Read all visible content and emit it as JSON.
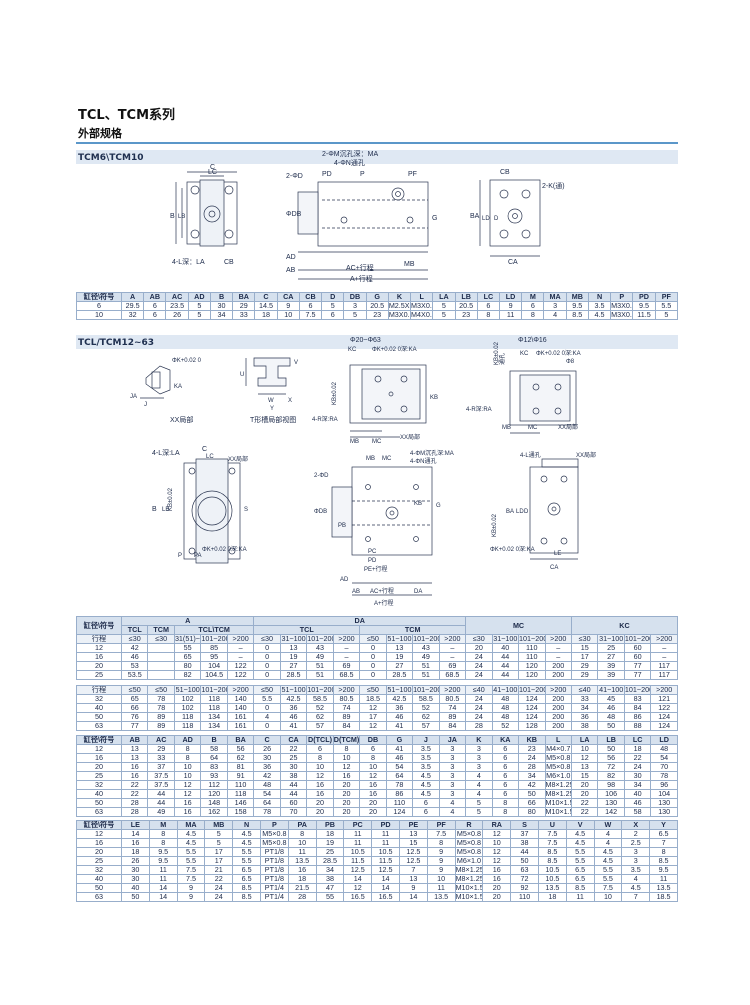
{
  "title": "TCL、TCM系列",
  "subtitle": "外部规格",
  "section1": "TCM6\\TCM10",
  "section2": "TCL/TCM12~63",
  "t1": {
    "header": [
      "缸径\\符号",
      "A",
      "AB",
      "AC",
      "AD",
      "B",
      "BA",
      "C",
      "CA",
      "CB",
      "D",
      "DB",
      "G",
      "K",
      "L",
      "LA",
      "LB",
      "LC",
      "LD",
      "M",
      "MA",
      "MB",
      "N",
      "P",
      "PD",
      "PF"
    ],
    "rows": [
      [
        "6",
        "29.5",
        "6",
        "23.5",
        "5",
        "30",
        "29",
        "14.5",
        "9",
        "6",
        "5",
        "3",
        "20.5",
        "M2.5X0.45",
        "M3X0.5",
        "5",
        "20.5",
        "6",
        "9",
        "6",
        "3",
        "9.5",
        "3.5",
        "M3X0.5",
        "9.5",
        "5.5"
      ],
      [
        "10",
        "32",
        "6",
        "26",
        "5",
        "34",
        "33",
        "18",
        "10",
        "7.5",
        "6",
        "5",
        "23",
        "M3X0.5",
        "M4X0.7",
        "5",
        "23",
        "8",
        "11",
        "8",
        "4",
        "8.5",
        "4.5",
        "M3X0.5",
        "11.5",
        "5"
      ]
    ]
  },
  "t2": {
    "h1": [
      "缸径\\符号",
      "A",
      "DA",
      "MC",
      "KC"
    ],
    "h2": [
      "TCL",
      "TCM",
      "TCL\\TCM",
      "TCL",
      "TCM"
    ],
    "stroke1": [
      "行程",
      "≤30",
      "≤30",
      "31(51)~100",
      "101~200",
      ">200",
      "≤30",
      "31~100",
      "101~200",
      ">200",
      "≤50",
      "51~100",
      "101~200",
      ">200",
      "≤30",
      "31~100",
      "101~200",
      ">200",
      "≤30",
      "31~100",
      "101~200",
      ">200"
    ],
    "rows1": [
      [
        "12",
        "42",
        "",
        "55",
        "85",
        "–",
        "0",
        "13",
        "43",
        "–",
        "0",
        "13",
        "43",
        "–",
        "20",
        "40",
        "110",
        "–",
        "15",
        "25",
        "60",
        "–"
      ],
      [
        "16",
        "46",
        "",
        "65",
        "95",
        "–",
        "0",
        "19",
        "49",
        "–",
        "0",
        "19",
        "49",
        "–",
        "24",
        "44",
        "110",
        "–",
        "17",
        "27",
        "60",
        "–"
      ],
      [
        "20",
        "53",
        "",
        "80",
        "104",
        "122",
        "0",
        "27",
        "51",
        "69",
        "0",
        "27",
        "51",
        "69",
        "24",
        "44",
        "120",
        "200",
        "29",
        "39",
        "77",
        "117"
      ],
      [
        "25",
        "53.5",
        "",
        "82",
        "104.5",
        "122",
        "0",
        "28.5",
        "51",
        "68.5",
        "0",
        "28.5",
        "51",
        "68.5",
        "24",
        "44",
        "120",
        "200",
        "29",
        "39",
        "77",
        "117"
      ]
    ],
    "stroke2": [
      "行程",
      "≤50",
      "≤50",
      "51~100",
      "101~200",
      ">200",
      "≤50",
      "51~100",
      "101~200",
      ">200",
      "≤50",
      "51~100",
      "101~200",
      ">200",
      "≤40",
      "41~100",
      "101~200",
      ">200",
      "≤40",
      "41~100",
      "101~200",
      ">200"
    ],
    "rows2": [
      [
        "32",
        "65",
        "78",
        "102",
        "118",
        "140",
        "5.5",
        "42.5",
        "58.5",
        "80.5",
        "18.5",
        "42.5",
        "58.5",
        "80.5",
        "24",
        "48",
        "124",
        "200",
        "33",
        "45",
        "83",
        "121"
      ],
      [
        "40",
        "66",
        "78",
        "102",
        "118",
        "140",
        "0",
        "36",
        "52",
        "74",
        "12",
        "36",
        "52",
        "74",
        "24",
        "48",
        "124",
        "200",
        "34",
        "46",
        "84",
        "122"
      ],
      [
        "50",
        "76",
        "89",
        "118",
        "134",
        "161",
        "4",
        "46",
        "62",
        "89",
        "17",
        "46",
        "62",
        "89",
        "24",
        "48",
        "124",
        "200",
        "36",
        "48",
        "86",
        "124"
      ],
      [
        "63",
        "77",
        "89",
        "118",
        "134",
        "161",
        "0",
        "41",
        "57",
        "84",
        "12",
        "41",
        "57",
        "84",
        "28",
        "52",
        "128",
        "200",
        "38",
        "50",
        "88",
        "124"
      ]
    ]
  },
  "t3": {
    "header": [
      "缸径\\符号",
      "AB",
      "AC",
      "AD",
      "B",
      "BA",
      "C",
      "CA",
      "D(TCL)",
      "D(TCM)",
      "DB",
      "G",
      "J",
      "JA",
      "K",
      "KA",
      "KB",
      "L",
      "LA",
      "LB",
      "LC",
      "LD"
    ],
    "rows": [
      [
        "12",
        "13",
        "29",
        "8",
        "58",
        "56",
        "26",
        "22",
        "6",
        "8",
        "6",
        "41",
        "3.5",
        "3",
        "3",
        "6",
        "23",
        "M4×0.7",
        "10",
        "50",
        "18",
        "48"
      ],
      [
        "16",
        "13",
        "33",
        "8",
        "64",
        "62",
        "30",
        "25",
        "8",
        "10",
        "8",
        "46",
        "3.5",
        "3",
        "3",
        "6",
        "24",
        "M5×0.8",
        "12",
        "56",
        "22",
        "54"
      ],
      [
        "20",
        "16",
        "37",
        "10",
        "83",
        "81",
        "36",
        "30",
        "10",
        "12",
        "10",
        "54",
        "3.5",
        "3",
        "3",
        "6",
        "28",
        "M5×0.8",
        "13",
        "72",
        "24",
        "70"
      ],
      [
        "25",
        "16",
        "37.5",
        "10",
        "93",
        "91",
        "42",
        "38",
        "12",
        "16",
        "12",
        "64",
        "4.5",
        "3",
        "4",
        "6",
        "34",
        "M6×1.0",
        "15",
        "82",
        "30",
        "78"
      ],
      [
        "32",
        "22",
        "37.5",
        "12",
        "112",
        "110",
        "48",
        "44",
        "16",
        "20",
        "16",
        "78",
        "4.5",
        "3",
        "4",
        "6",
        "42",
        "M8×1.25",
        "20",
        "98",
        "34",
        "96"
      ],
      [
        "40",
        "22",
        "44",
        "12",
        "120",
        "118",
        "54",
        "44",
        "16",
        "20",
        "16",
        "86",
        "4.5",
        "3",
        "4",
        "6",
        "50",
        "M8×1.25",
        "20",
        "106",
        "40",
        "104"
      ],
      [
        "50",
        "28",
        "44",
        "16",
        "148",
        "146",
        "64",
        "60",
        "20",
        "20",
        "20",
        "110",
        "6",
        "4",
        "5",
        "8",
        "66",
        "M10×1.5",
        "22",
        "130",
        "46",
        "130"
      ],
      [
        "63",
        "28",
        "49",
        "16",
        "162",
        "158",
        "78",
        "70",
        "20",
        "20",
        "20",
        "124",
        "6",
        "4",
        "5",
        "8",
        "80",
        "M10×1.5",
        "22",
        "142",
        "58",
        "130"
      ]
    ]
  },
  "t4": {
    "header": [
      "缸径\\符号",
      "LE",
      "M",
      "MA",
      "MB",
      "N",
      "P",
      "PA",
      "PB",
      "PC",
      "PD",
      "PE",
      "PF",
      "R",
      "RA",
      "S",
      "U",
      "V",
      "W",
      "X",
      "Y"
    ],
    "rows": [
      [
        "12",
        "14",
        "8",
        "4.5",
        "5",
        "4.5",
        "M5×0.8",
        "8",
        "18",
        "11",
        "11",
        "13",
        "7.5",
        "M5×0.8",
        "12",
        "37",
        "7.5",
        "4.5",
        "4",
        "2",
        "6.5"
      ],
      [
        "16",
        "16",
        "8",
        "4.5",
        "5",
        "4.5",
        "M5×0.8",
        "10",
        "19",
        "11",
        "11",
        "15",
        "8",
        "M5×0.8",
        "10",
        "38",
        "7.5",
        "4.5",
        "4",
        "2.5",
        "7"
      ],
      [
        "20",
        "18",
        "9.5",
        "5.5",
        "17",
        "5.5",
        "PT1/8",
        "11",
        "25",
        "10.5",
        "10.5",
        "12.5",
        "9",
        "M5×0.8",
        "12",
        "44",
        "8.5",
        "5.5",
        "4.5",
        "3",
        "8"
      ],
      [
        "25",
        "26",
        "9.5",
        "5.5",
        "17",
        "5.5",
        "PT1/8",
        "13.5",
        "28.5",
        "11.5",
        "11.5",
        "12.5",
        "9",
        "M6×1.0",
        "12",
        "50",
        "8.5",
        "5.5",
        "4.5",
        "3",
        "8.5"
      ],
      [
        "32",
        "30",
        "11",
        "7.5",
        "21",
        "6.5",
        "PT1/8",
        "16",
        "34",
        "12.5",
        "12.5",
        "7",
        "9",
        "M8×1.25",
        "16",
        "63",
        "10.5",
        "6.5",
        "5.5",
        "3.5",
        "9.5"
      ],
      [
        "40",
        "30",
        "11",
        "7.5",
        "22",
        "6.5",
        "PT1/8",
        "18",
        "38",
        "14",
        "14",
        "13",
        "10",
        "M8×1.25",
        "16",
        "72",
        "10.5",
        "6.5",
        "5.5",
        "4",
        "11"
      ],
      [
        "50",
        "40",
        "14",
        "9",
        "24",
        "8.5",
        "PT1/4",
        "21.5",
        "47",
        "12",
        "14",
        "9",
        "11",
        "M10×1.5",
        "20",
        "92",
        "13.5",
        "8.5",
        "7.5",
        "4.5",
        "13.5"
      ],
      [
        "63",
        "50",
        "14",
        "9",
        "24",
        "8.5",
        "PT1/4",
        "28",
        "55",
        "16.5",
        "16.5",
        "14",
        "13.5",
        "M10×1.5",
        "20",
        "110",
        "18",
        "11",
        "10",
        "7",
        "18.5"
      ]
    ]
  },
  "labels": {
    "d1": [
      "C",
      "LC",
      "B",
      "LB",
      "4-L深：LA",
      "CB"
    ],
    "d2": [
      "2-ΦM沉孔深：MA",
      "4-ΦN通孔",
      "2-ΦD",
      "PD",
      "P",
      "PF",
      "ΦDB",
      "G",
      "AD",
      "AB",
      "MB",
      "AC+行程",
      "A+行程"
    ],
    "d3": [
      "CB",
      "2-K(通)",
      "BA",
      "LD",
      "D",
      "CA"
    ],
    "d4": [
      "ΦK+0.02 0",
      "JA",
      "J",
      "KA",
      "XX局部"
    ],
    "d5": [
      "U",
      "V",
      "W",
      "X",
      "Y",
      "T形槽局部视图"
    ],
    "d6": [
      "Φ20~Φ63",
      "ΦK+0.02 0深:KA",
      "KC",
      "KB±0.02",
      "KB",
      "4-R深:RA",
      "MB",
      "MC",
      "XX局部"
    ],
    "d7": [
      "Φ12\\Φ16",
      "KB±0.02",
      "通孔",
      "ΦK+0.02 0深:KA",
      "KC",
      "Φ8",
      "4-R深:RA",
      "MB",
      "MC",
      "XX局部"
    ],
    "d8": [
      "4-L深:LA",
      "C",
      "LC",
      "XX局部",
      "B",
      "LB",
      "KB±0.02",
      "S",
      "P",
      "PA",
      "ΦK+0.02 0深:KA"
    ],
    "d9": [
      "MB",
      "MC",
      "4-ΦM沉孔深:MA",
      "4-ΦN通孔",
      "2-ΦD",
      "ΦDB",
      "PB",
      "KB",
      "G",
      "PC",
      "PD",
      "PE+行程",
      "AD",
      "AB",
      "AC+行程",
      "DA",
      "A+行程"
    ],
    "d10": [
      "4-L通孔",
      "XX局部",
      "BA",
      "LD",
      "D",
      "KB±0.02",
      "ΦK+0.02 0深:KA",
      "LE",
      "CA"
    ]
  }
}
